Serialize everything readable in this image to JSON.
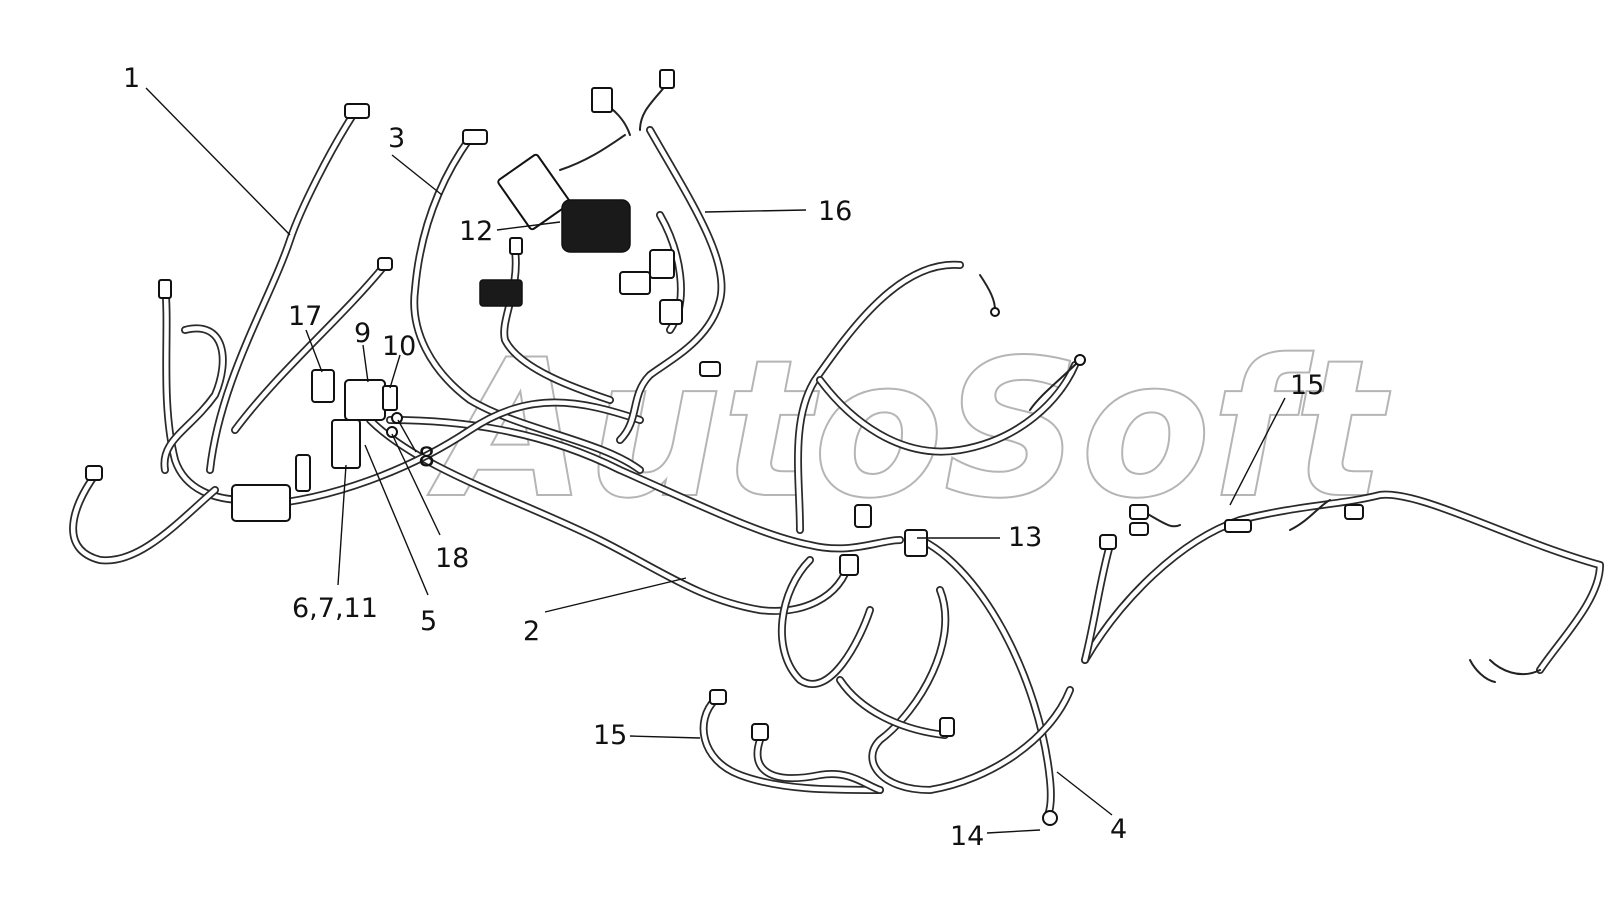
{
  "watermark": "AutoSoft",
  "callouts": [
    {
      "key": "c1",
      "label": "1"
    },
    {
      "key": "c2",
      "label": "2"
    },
    {
      "key": "c3",
      "label": "3"
    },
    {
      "key": "c4",
      "label": "4"
    },
    {
      "key": "c5",
      "label": "5"
    },
    {
      "key": "c6711",
      "label": "6,7,11"
    },
    {
      "key": "c8",
      "label": "8"
    },
    {
      "key": "c9",
      "label": "9"
    },
    {
      "key": "c10",
      "label": "10"
    },
    {
      "key": "c12",
      "label": "12"
    },
    {
      "key": "c13",
      "label": "13"
    },
    {
      "key": "c14",
      "label": "14"
    },
    {
      "key": "c15a",
      "label": "15"
    },
    {
      "key": "c15b",
      "label": "15"
    },
    {
      "key": "c16",
      "label": "16"
    },
    {
      "key": "c17",
      "label": "17"
    },
    {
      "key": "c18",
      "label": "18"
    }
  ],
  "colors": {
    "line": "#2a2a2a",
    "watermark": "#b5b5b5",
    "background": "#ffffff"
  }
}
